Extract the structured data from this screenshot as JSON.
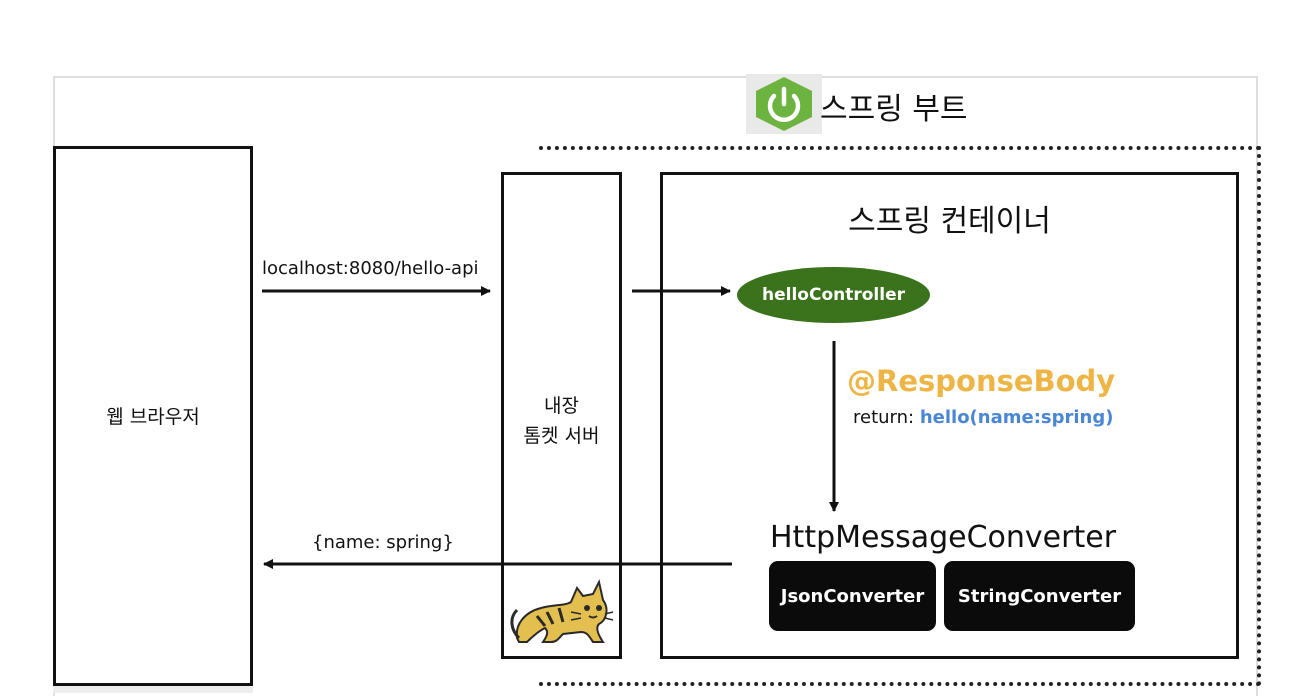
{
  "spring_boot": {
    "title": "스프링 부트",
    "logo_icon": "power-icon",
    "logo_color": "#6db33f"
  },
  "browser": {
    "label": "웹 브라우저"
  },
  "tomcat": {
    "line1": "내장",
    "line2": "톰켓 서버",
    "icon": "tomcat-cat-icon"
  },
  "container": {
    "title": "스프링 컨테이너"
  },
  "request": {
    "label": "localhost:8080/hello-api"
  },
  "response": {
    "label": "{name: spring}"
  },
  "controller": {
    "label": "helloController",
    "color": "#3b731d"
  },
  "annotation": {
    "label": "@ResponseBody",
    "color": "#efb544"
  },
  "return_stmt": {
    "prefix": "return: ",
    "value": "hello(name:spring)",
    "value_color": "#4a86d4"
  },
  "converter": {
    "title": "HttpMessageConverter",
    "items": [
      {
        "label": "JsonConverter"
      },
      {
        "label": "StringConverter"
      }
    ]
  }
}
